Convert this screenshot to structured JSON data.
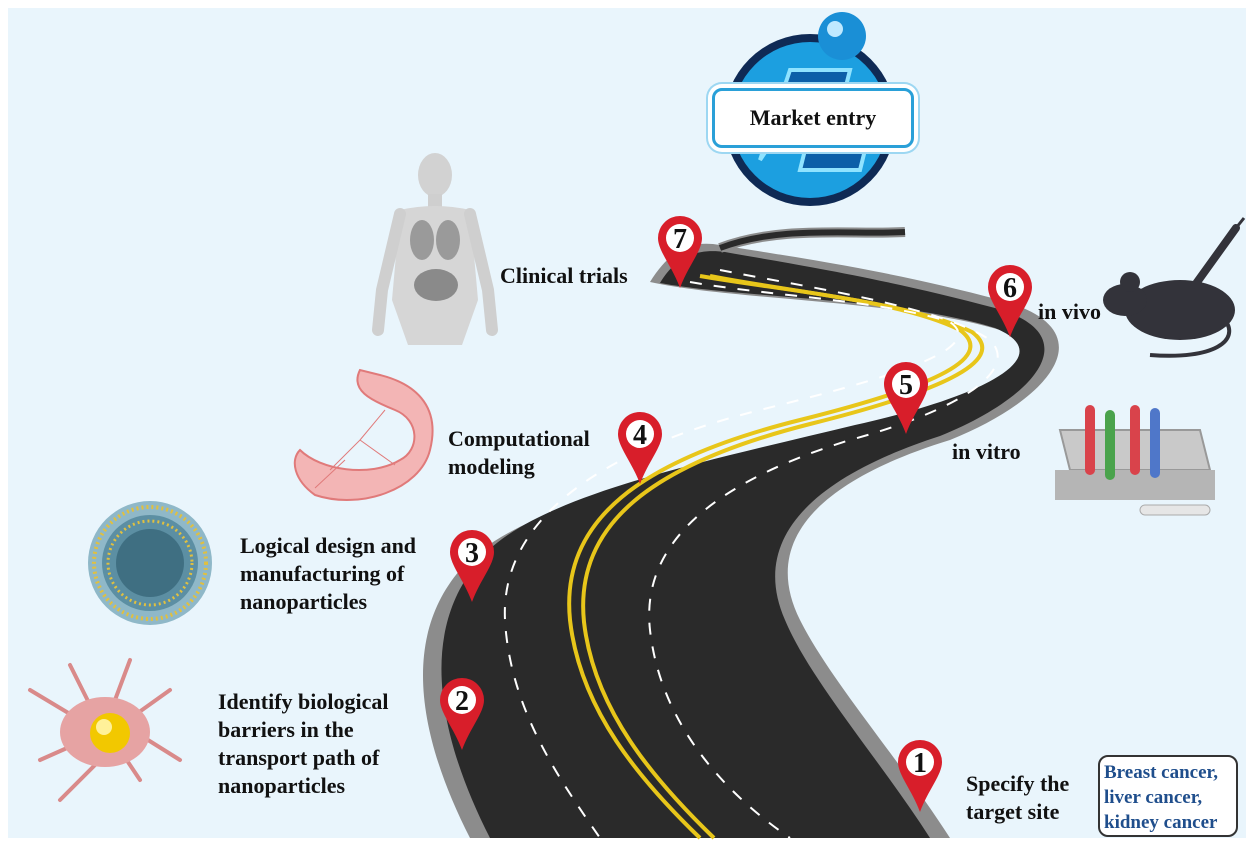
{
  "market_entry": "Market entry",
  "steps": [
    {
      "number": "1",
      "label_lines": [
        "Specify the",
        "target site"
      ]
    },
    {
      "number": "2",
      "label_lines": [
        "Identify biological",
        "barriers in the",
        "transport path of",
        "nanoparticles"
      ]
    },
    {
      "number": "3",
      "label_lines": [
        "Logical design and",
        "manufacturing of",
        "nanoparticles"
      ]
    },
    {
      "number": "4",
      "label_lines": [
        "Computational",
        "modeling"
      ]
    },
    {
      "number": "5",
      "label_lines": [
        "in vitro"
      ]
    },
    {
      "number": "6",
      "label_lines": [
        "in vivo"
      ]
    },
    {
      "number": "7",
      "label_lines": [
        "Clinical trials"
      ]
    }
  ],
  "target_cancers": [
    "Breast cancer,",
    "liver cancer,",
    "kidney cancer"
  ],
  "illustrations": [
    "human-body-icon",
    "stomach-mesh-icon",
    "liposome-icon",
    "cancer-cell-icon",
    "test-tube-rack-icon",
    "mouse-syringe-icon",
    "market-logo-icon"
  ],
  "colors": {
    "background": "#e9f5fc",
    "pin": "#d81e2a",
    "road": "#2a2a2a",
    "road_edge": "#8c8c8c",
    "center_line": "#e8c61a",
    "accent": "#2aa0d8",
    "cancer_text": "#1f4e8c"
  }
}
